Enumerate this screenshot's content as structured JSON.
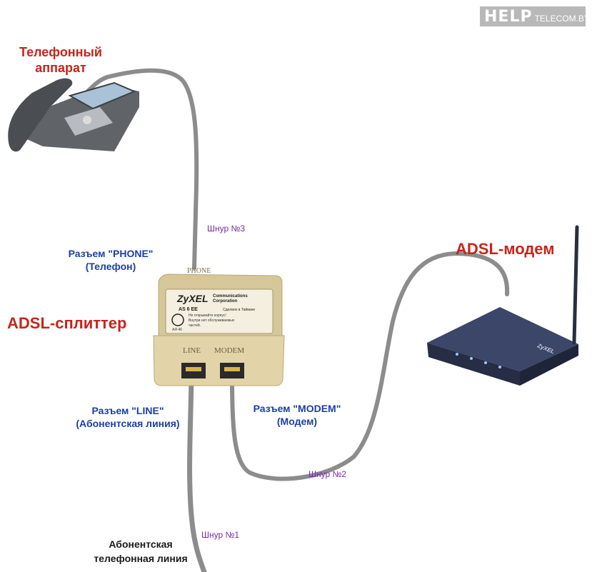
{
  "logo": {
    "main": "HELP",
    "sub": "TELECOM.BY"
  },
  "devices": {
    "phone": {
      "title_line1": "Телефонный",
      "title_line2": "аппарат"
    },
    "splitter": {
      "title": "ADSL-сплиттер",
      "brand": "ZyXEL",
      "brand_sub1": "Communications",
      "brand_sub2": "Corporation",
      "model": "AS 6 EE",
      "made_in": "Сделано в Тайване",
      "warning_line1": "Не открывайте корпус!",
      "warning_line2": "Внутри нет обслуживаемых",
      "warning_line3": "частей.",
      "cert_code": "АЯ 46",
      "port_top": "PHONE",
      "port_line": "LINE",
      "port_modem": "MODEM"
    },
    "modem": {
      "title": "ADSL-модем",
      "brand": "ZyXEL"
    }
  },
  "connectors": {
    "phone": {
      "line1": "Разъем \"PHONE\"",
      "line2": "(Телефон)"
    },
    "line": {
      "line1": "Разъем \"LINE\"",
      "line2": "(Абонентская линия)"
    },
    "modem": {
      "line1": "Разъем \"MODEM\"",
      "line2": "(Модем)"
    }
  },
  "cords": {
    "cord1": "Шнур №1",
    "cord2": "Шнур №2",
    "cord3": "Шнур №3"
  },
  "subscriber_line": {
    "line1": "Абонентская",
    "line2": "телефонная линия"
  },
  "colors": {
    "title_red": "#c8241a",
    "label_blue": "#1c3ea8",
    "cord_purple": "#7a2aa8",
    "cable_gray": "#8c8c8c",
    "splitter_beige": "#d6c79a",
    "modem_navy": "#2f3a58"
  }
}
